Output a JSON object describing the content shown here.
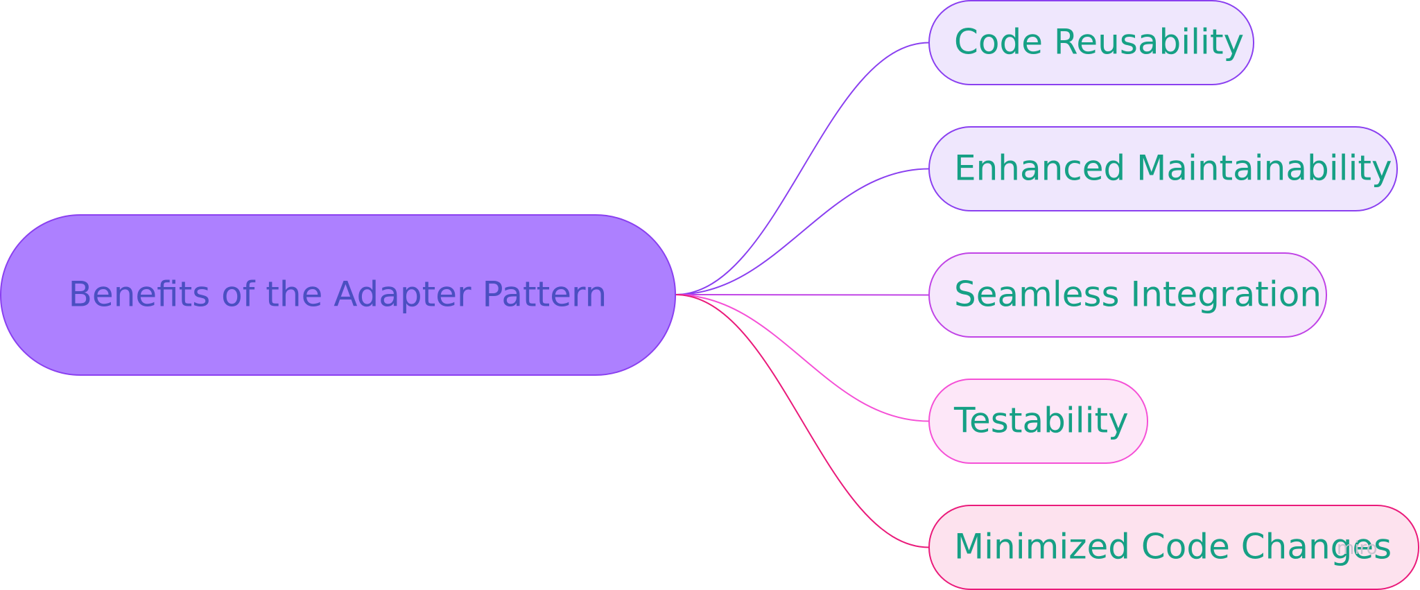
{
  "diagram": {
    "root": {
      "label": "Benefits of the Adapter Pattern",
      "fill": "#ad80ff",
      "stroke": "#8a3ff0",
      "text_color": "#4b4fc1"
    },
    "branches": [
      {
        "label": "Code Reusability",
        "stroke": "#8a3ff0",
        "fill": "#efe7fd"
      },
      {
        "label": "Enhanced Maintainability",
        "stroke": "#8a3ff0",
        "fill": "#efe7fd"
      },
      {
        "label": "Seamless Integration",
        "stroke": "#c043e6",
        "fill": "#f6e7fc"
      },
      {
        "label": "Testability",
        "stroke": "#f54fd6",
        "fill": "#fde7f8"
      },
      {
        "label": "Minimized Code Changes",
        "stroke": "#ea1a7a",
        "fill": "#fde2ee"
      }
    ],
    "branch_text_color": "#16a085"
  },
  "watermark": "miro"
}
